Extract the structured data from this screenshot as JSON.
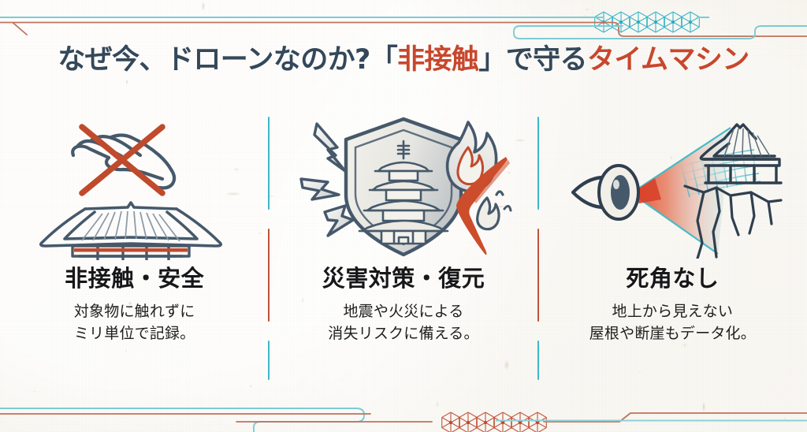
{
  "slide": {
    "background_color": "#f4f0e7",
    "accent_red": "#c8472c",
    "accent_teal": "#3fb6c8",
    "ink_color": "#34485a",
    "title": {
      "part1": "なぜ今、ドローンなのか?",
      "bracket_open": "「",
      "highlight1": "非接触",
      "bracket_close": "」",
      "part2": "で守る",
      "highlight2": "タイムマシン",
      "full_text": "なぜ今、ドローンなのか?「非接触」で守るタイムマシン"
    },
    "columns": [
      {
        "id": "no-contact-safety",
        "icon_name": "no-touch-temple-icon",
        "heading": "非接触・安全",
        "description_lines": [
          "対象物に触れずに",
          "ミリ単位で記録。"
        ]
      },
      {
        "id": "disaster-countermeasure",
        "icon_name": "shield-pagoda-disaster-icon",
        "heading": "災害対策・復元",
        "description_lines": [
          "地震や火災による",
          "消失リスクに備える。"
        ]
      },
      {
        "id": "no-blind-spot",
        "icon_name": "eye-scan-temple-cliff-icon",
        "heading": "死角なし",
        "description_lines": [
          "地上から見えない",
          "屋根や断崖もデータ化。"
        ]
      }
    ],
    "decorations": {
      "top_rule_teal": "teal-horizontal-rule",
      "top_rule_red": "red-horizontal-rule",
      "top_pattern": "asanoha-pattern-teal",
      "bottom_pattern": "asanoha-pattern-red",
      "circuit_trace": "circuit-trace-line",
      "divider": "vertical-segmented-divider"
    }
  }
}
